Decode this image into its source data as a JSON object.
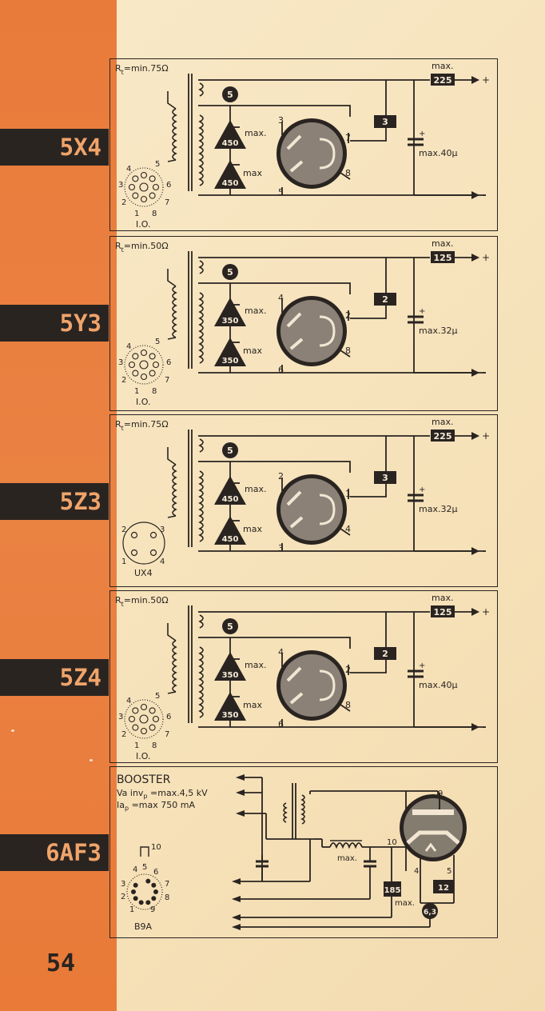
{
  "page_number": "54",
  "tubes": [
    {
      "name": "5X4",
      "rt": "Rt=min.75Ω",
      "rt_prefix": "R",
      "rt_sub": "t",
      "rt_val": "=min.75Ω",
      "resistor": "5",
      "anode_voltage": "450",
      "anode_voltage_2": "450",
      "max_label": "max.",
      "max_label_2": "max",
      "pins": [
        "3",
        "7",
        "5",
        "8"
      ],
      "plate_resistor": "3",
      "output_voltage": "225",
      "output_max": "max.",
      "capacitor": "max.40µ",
      "plus": "+",
      "minus": "-",
      "socket": "I.O.",
      "socket_pins": [
        "4",
        "5",
        "3",
        "6",
        "2",
        "7",
        "1",
        "8"
      ]
    },
    {
      "name": "5Y3",
      "rt_prefix": "R",
      "rt_sub": "t",
      "rt_val": "=min.50Ω",
      "resistor": "5",
      "anode_voltage": "350",
      "anode_voltage_2": "350",
      "max_label": "max.",
      "max_label_2": "max",
      "pins": [
        "4",
        "2",
        "6",
        "8"
      ],
      "plate_resistor": "2",
      "output_voltage": "125",
      "output_max": "max.",
      "capacitor": "max.32µ",
      "plus": "+",
      "minus": "-",
      "socket": "I.O.",
      "socket_pins": [
        "4",
        "5",
        "3",
        "6",
        "2",
        "7",
        "1",
        "8"
      ]
    },
    {
      "name": "5Z3",
      "rt_prefix": "R",
      "rt_sub": "t",
      "rt_val": "=min.75Ω",
      "resistor": "5",
      "anode_voltage": "450",
      "anode_voltage_2": "450",
      "max_label": "max.",
      "max_label_2": "max",
      "pins": [
        "2",
        "1",
        "3",
        "4"
      ],
      "plate_resistor": "3",
      "output_voltage": "225",
      "output_max": "max.",
      "capacitor": "max.32µ",
      "plus": "+",
      "minus": "-",
      "socket": "UX4",
      "socket_pins": [
        "2",
        "3",
        "1",
        "4"
      ]
    },
    {
      "name": "5Z4",
      "rt_prefix": "R",
      "rt_sub": "t",
      "rt_val": "=min.50Ω",
      "resistor": "5",
      "anode_voltage": "350",
      "anode_voltage_2": "350",
      "max_label": "max.",
      "max_label_2": "max",
      "pins": [
        "4",
        "2",
        "6",
        "8"
      ],
      "plate_resistor": "2",
      "output_voltage": "125",
      "output_max": "max.",
      "capacitor": "max.40µ",
      "plus": "+",
      "minus": "-",
      "socket": "I.O.",
      "socket_pins": [
        "4",
        "5",
        "3",
        "6",
        "2",
        "7",
        "1",
        "8"
      ]
    },
    {
      "name": "6AF3",
      "title": "BOOSTER",
      "line1_a": "Va inv",
      "line1_sub": "p",
      "line1_b": " =max.4,5 kV",
      "line2_a": "Ia",
      "line2_sub": "p",
      "line2_b": " =max 750 mA",
      "choke_max": "max.",
      "v185": "185",
      "v185_max": "max.",
      "v12": "12",
      "v63": "6,3",
      "pins": [
        "9",
        "10",
        "4",
        "5"
      ],
      "socket": "B9A",
      "cap_pin": "10",
      "socket_pins": [
        "5",
        "4",
        "6",
        "3",
        "7",
        "2",
        "8",
        "1",
        "9"
      ]
    }
  ]
}
